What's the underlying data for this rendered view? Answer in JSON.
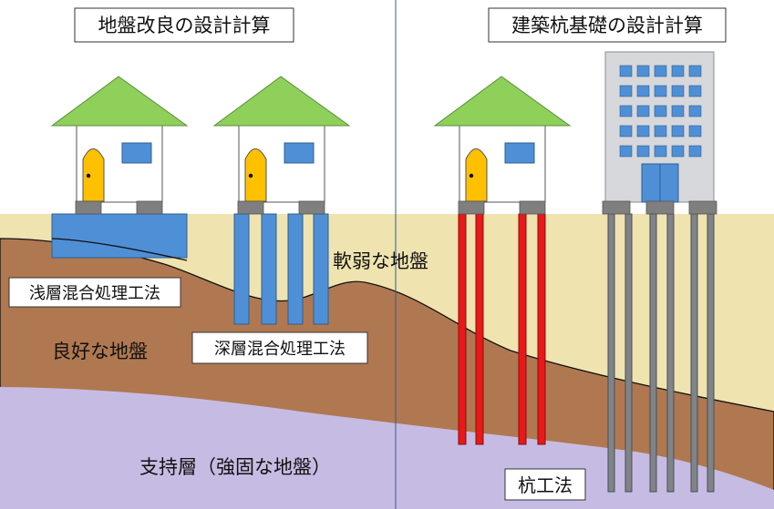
{
  "titles": {
    "left": "地盤改良の設計計算",
    "right": "建築杭基礎の設計計算"
  },
  "labels": {
    "soft_ground": "軟弱な地盤",
    "good_ground": "良好な地盤",
    "bearing_layer": "支持層（強固な地盤）",
    "shallow_mixing": "浅層混合処理工法",
    "deep_mixing": "深層混合処理工法",
    "pile_method": "杭工法"
  },
  "colors": {
    "sky": "#ffffff",
    "soft_soil": "#efe3b0",
    "good_soil": "#b07850",
    "bearing_layer": "#c6bce3",
    "roof": "#8ed05a",
    "door": "#ffc000",
    "window": "#4f8fd6",
    "improvement_block": "#4f8fd6",
    "pile_red": "#e81919",
    "pile_grey": "#7f8489",
    "building": "#d7d8db",
    "divider": "#2f5e8c"
  }
}
